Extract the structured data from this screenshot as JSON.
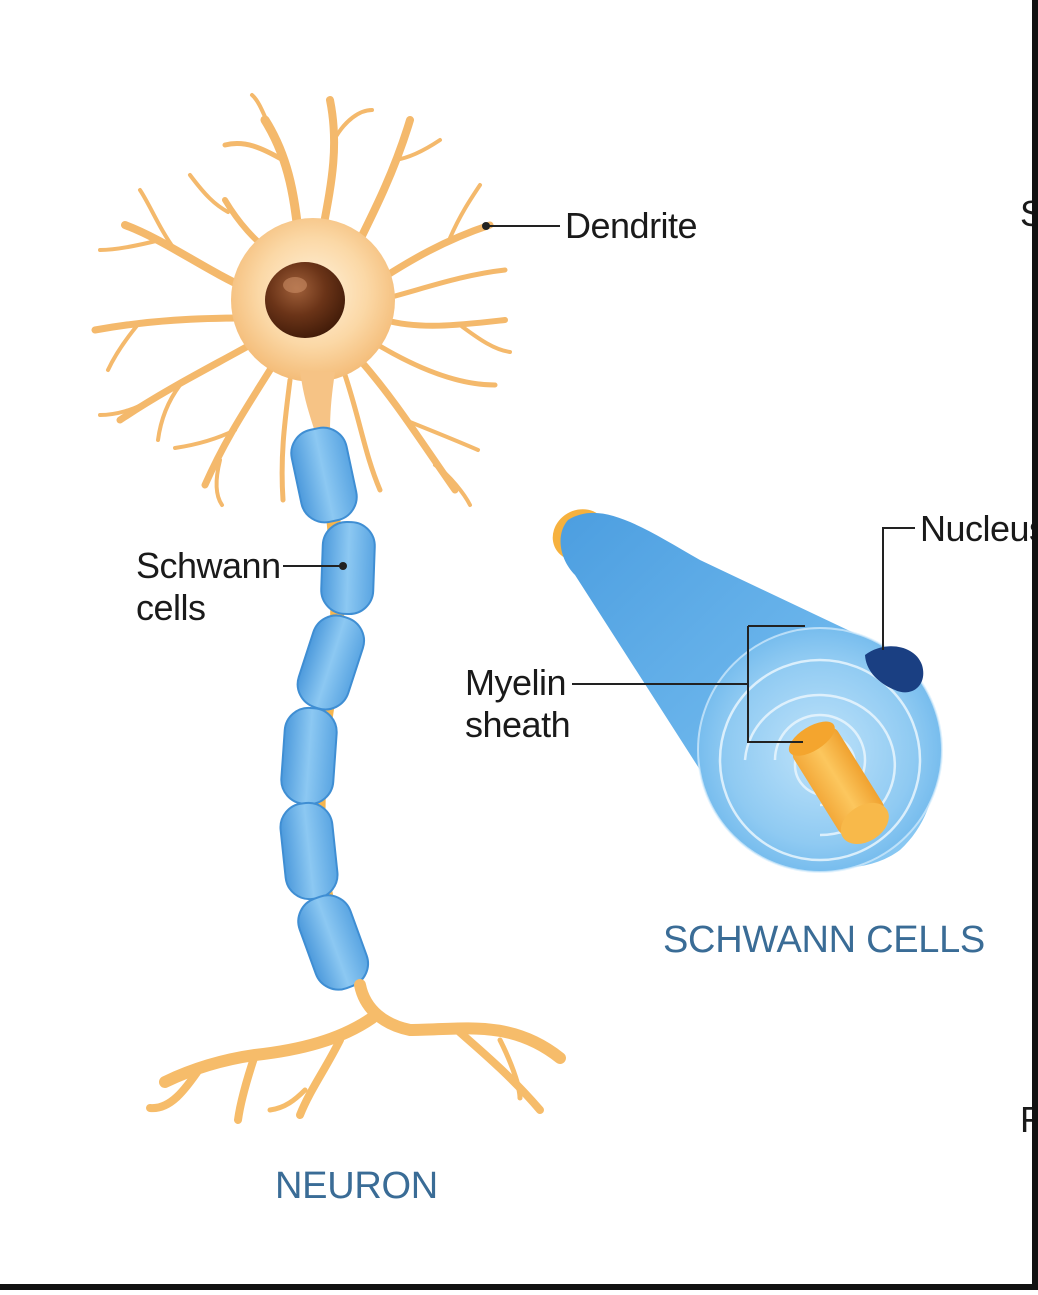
{
  "labels": {
    "dendrite": "Dendrite",
    "schwann_line1": "Schwann",
    "schwann_line2": "cells",
    "myelin_line1": "Myelin",
    "myelin_line2": "sheath",
    "nucleus": "Nucleus"
  },
  "titles": {
    "neuron": "NEURON",
    "schwann_cells": "SCHWANN CELLS"
  },
  "edge_letters": {
    "top": "S",
    "bottom": "F"
  },
  "colors": {
    "neuron_body": "#f8c98a",
    "neuron_highlight": "#fde9c8",
    "branch": "#f4b96c",
    "nucleus": "#6b3418",
    "sheath": "#62aee8",
    "sheath_light": "#a8d6f6",
    "axon_core": "#f6b13e",
    "title": "#3a6c96",
    "leader": "#222222"
  }
}
